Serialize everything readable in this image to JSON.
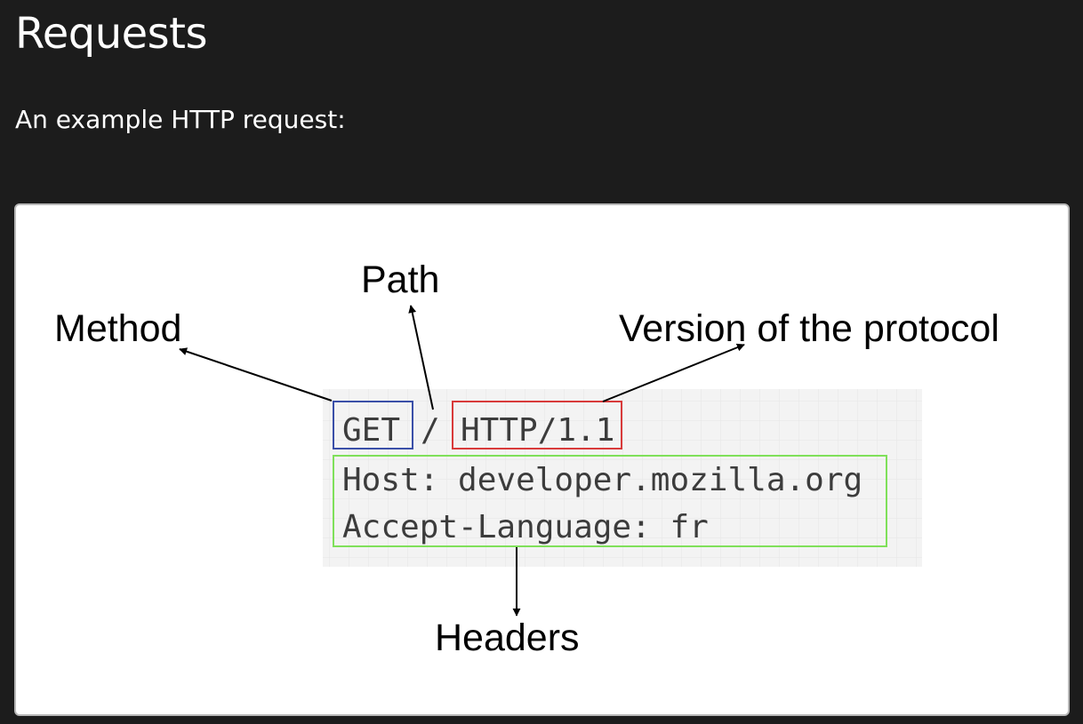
{
  "page": {
    "title": "Requests",
    "intro": "An example HTTP request:"
  },
  "diagram": {
    "labels": {
      "method": "Method",
      "path": "Path",
      "version": "Version of the protocol",
      "headers": "Headers"
    },
    "request": {
      "method": "GET",
      "separator": "/",
      "version": "HTTP/1.1",
      "header_lines": [
        "Host: developer.mozilla.org",
        "Accept-Language: fr"
      ]
    },
    "colors": {
      "method_box": "#3a4fa8",
      "version_box": "#d83a3a",
      "headers_box": "#7fe05a",
      "code_background": "#f3f3f3"
    }
  }
}
